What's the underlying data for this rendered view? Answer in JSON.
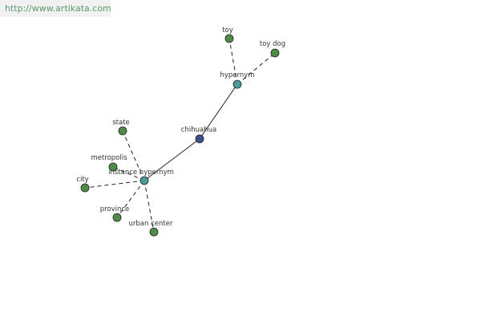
{
  "site": {
    "url": "http://www.artikata.com"
  },
  "colors": {
    "center": "#3b4f8a",
    "relation": "#4a9a9a",
    "leaf": "#4c8c44",
    "edge": "#222222"
  },
  "nodes": {
    "center": "chihuahua",
    "hypernym": "hypernym",
    "instance_hypernym": "instance hypernym",
    "toy": "toy",
    "toy_dog": "toy dog",
    "state": "state",
    "metropolis": "metropolis",
    "city": "city",
    "province": "province",
    "urban_center": "urban center"
  }
}
